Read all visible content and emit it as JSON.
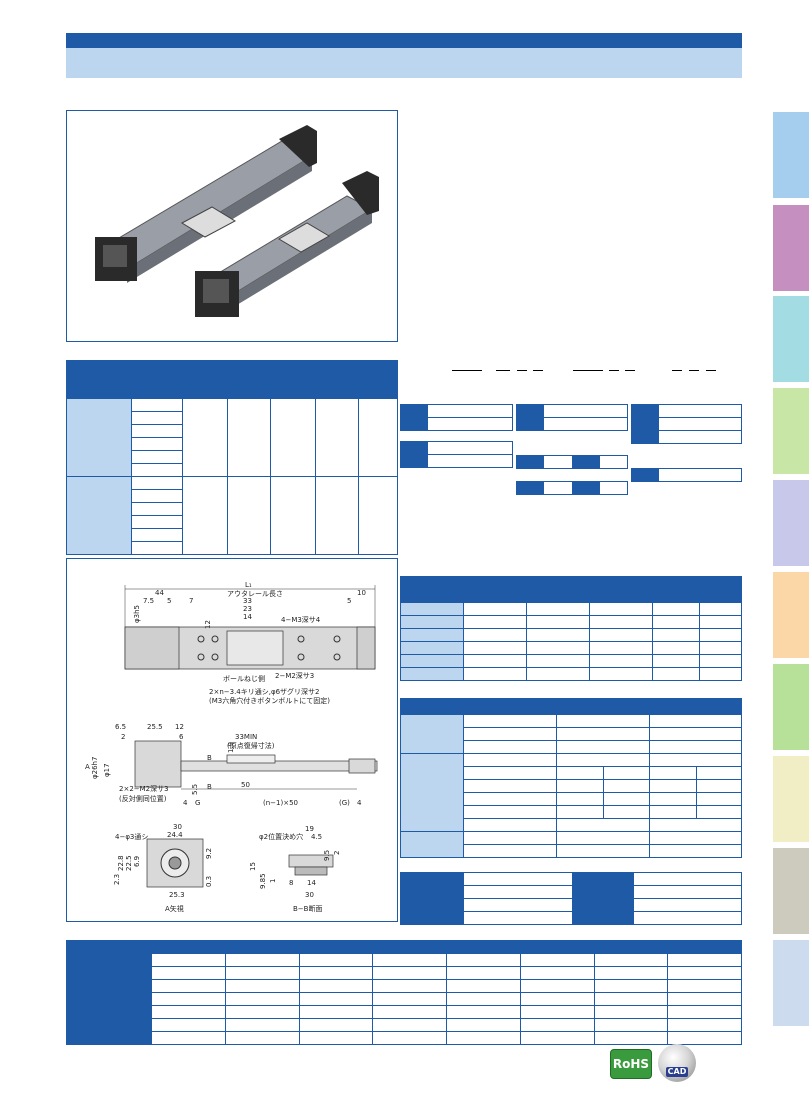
{
  "badges": {
    "rohs": "RoHS",
    "cad": "CAD"
  },
  "dims_top": {
    "L1": "L₁",
    "rail": "アウタレール長さ",
    "d44": "44",
    "d10": "10",
    "d7_5": "7.5",
    "d5": "5",
    "d7": "7",
    "d33": "33",
    "d23": "23",
    "d14": "14",
    "d5b": "5",
    "d12": "12",
    "phi3h5": "φ3h5",
    "m3": "4−M3深サ4",
    "ball": "ボールねじ側",
    "m2": "2−M2深サ3",
    "holes": "2×n−3.4キリ通シ,φ6ザグリ深サ2",
    "holes_note": "(M3六角穴付きボタンボルトにて固定)"
  },
  "dims_side": {
    "d6_5": "6.5",
    "d25_5": "25.5",
    "d12": "12",
    "d2": "2",
    "d6": "6",
    "A": "A",
    "phi26h7": "φ26h7",
    "phi17": "φ17",
    "min33": "33MIN",
    "origin": "(原点復帰寸法)",
    "B": "B",
    "d1_9": "1.9",
    "d50": "50",
    "d5_5": "5.5",
    "d4": "4",
    "G": "G",
    "pitch": "(n−1)×50",
    "Gp": "(G)",
    "d4b": "4",
    "m2b": "2×2−M2深サ3",
    "rev": "(反対側同位置)"
  },
  "dims_bottom": {
    "thru": "4−φ3通シ",
    "d30": "30",
    "d24_4": "24.4",
    "d22_8": "22.8",
    "d22_5": "22.5",
    "d6_9": "6.9",
    "d9_2": "9.2",
    "d2_3": "2.3",
    "d25_3": "25.3",
    "d0_3": "0.3",
    "view_a": "A矢視",
    "d19": "19",
    "pos_hole": "φ2位置決め穴",
    "d4_5": "4.5",
    "d15": "15",
    "d9_5": "9.5",
    "d2b": "2",
    "d9_85": "9.85",
    "d1": "1",
    "d8": "8",
    "d14": "14",
    "d30b": "30",
    "section": "B−B断面"
  }
}
